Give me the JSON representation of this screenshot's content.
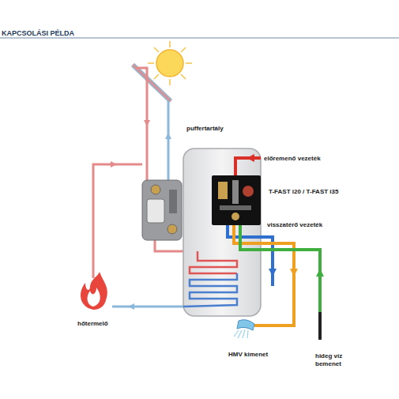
{
  "diagram": {
    "title": "KAPCSOLÁSI PÉLDA",
    "nodes": [
      {
        "text": [
          "puffertartály"
        ]
      },
      {
        "text": [
          "T-FAST i20 / T-FAST i35"
        ],
        "in": 0
      }
    ],
    "labels": [
      "előremenő vezeték",
      "visszatérő vezeték",
      "hőtermelő",
      "HMV kimenet",
      "hideg víz bemenet"
    ]
  }
}
